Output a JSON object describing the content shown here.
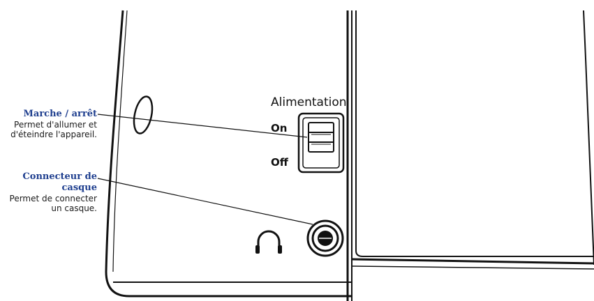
{
  "colors": {
    "callout_title": "#1f3f8f",
    "line": "#111111",
    "background": "#ffffff"
  },
  "callouts": {
    "power": {
      "title": "Marche / arrêt",
      "description": "Permet d'allumer et d'éteindre l'appareil."
    },
    "headphone": {
      "title_line1": "Connecteur de",
      "title_line2": "casque",
      "description": "Permet de connecter un casque."
    }
  },
  "panel": {
    "switch_title": "Alimentation",
    "on_label": "On",
    "off_label": "Off"
  },
  "icons": {
    "headphone": "headphones-icon",
    "switch": "rocker-switch-icon",
    "jack": "audio-jack-icon"
  }
}
